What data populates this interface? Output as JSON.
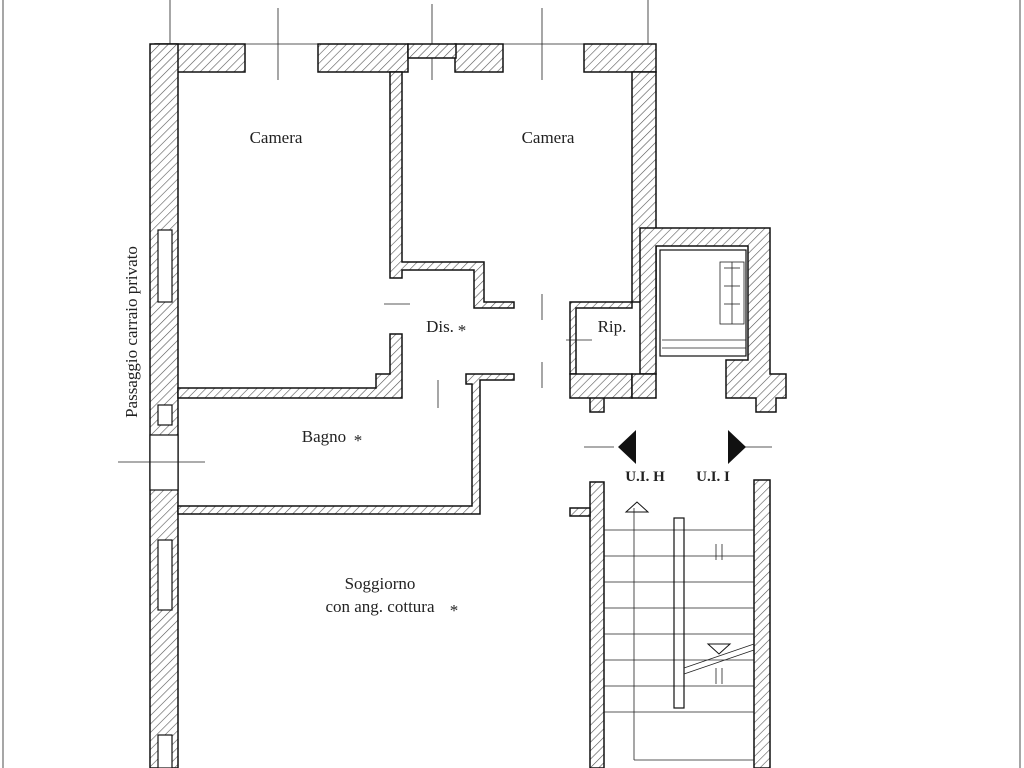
{
  "rooms": {
    "camera_left": "Camera",
    "camera_right": "Camera",
    "disimpegno": "Dis.",
    "ripostiglio": "Rip.",
    "bagno": "Bagno",
    "soggiorno_line1": "Soggiorno",
    "soggiorno_line2": "con ang. cottura"
  },
  "units": {
    "left": "U.I. H",
    "right": "U.I. I"
  },
  "side_label": "Passaggio carraio privato",
  "marker_symbol": "*",
  "colors": {
    "line": "#111111",
    "hatch": "#555555",
    "background": "#ffffff"
  }
}
